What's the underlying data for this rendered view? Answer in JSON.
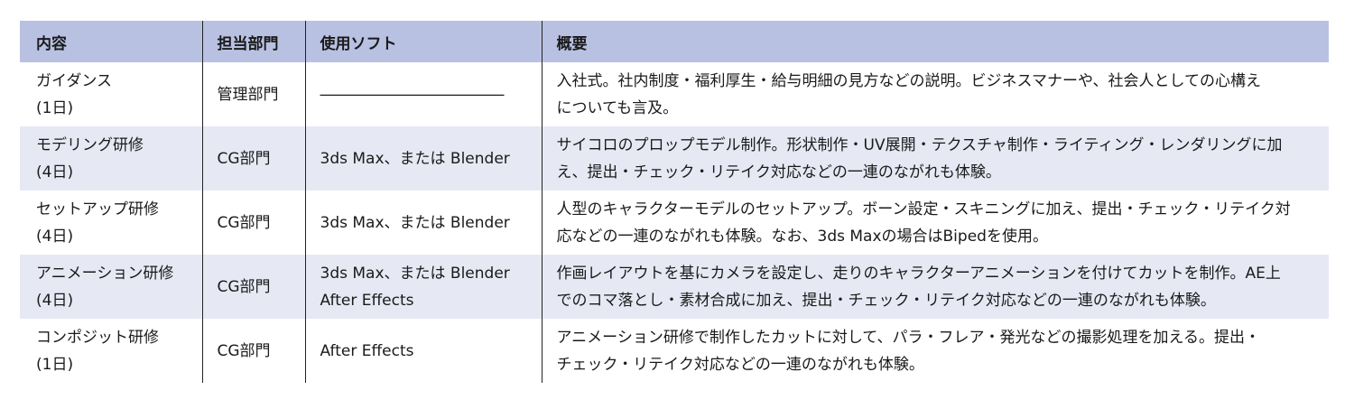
{
  "headers": [
    "内容",
    "担当部門",
    "使用ソフト",
    "概要"
  ],
  "rows": [
    {
      "content": [
        "ガイダンス",
        "(1日)"
      ],
      "dept": "管理部門",
      "software": [
        "――――――――――――"
      ],
      "summary": [
        "入社式。社内制度・福利厚生・給与明細の見方などの説明。ビジネスマナーや、社会人としての心構え",
        "についても言及。"
      ]
    },
    {
      "content": [
        "モデリング研修",
        "(4日)"
      ],
      "dept": "CG部門",
      "software": [
        "3ds Max、または Blender"
      ],
      "summary": [
        "サイコロのプロップモデル制作。形状制作・UV展開・テクスチャ制作・ライティング・レンダリングに加",
        "え、提出・チェック・リテイク対応などの一連のながれも体験。"
      ]
    },
    {
      "content": [
        "セットアップ研修",
        "(4日)"
      ],
      "dept": "CG部門",
      "software": [
        "3ds Max、または Blender"
      ],
      "summary": [
        "人型のキャラクターモデルのセットアップ。ボーン設定・スキニングに加え、提出・チェック・リテイク対",
        "応などの一連のながれも体験。なお、3ds Maxの場合はBipedを使用。"
      ]
    },
    {
      "content": [
        "アニメーション研修",
        "(4日)"
      ],
      "dept": "CG部門",
      "software": [
        "3ds Max、または Blender",
        "After Effects"
      ],
      "summary": [
        "作画レイアウトを基にカメラを設定し、走りのキャラクターアニメーションを付けてカットを制作。AE上",
        "でのコマ落とし・素材合成に加え、提出・チェック・リテイク対応などの一連のながれも体験。"
      ]
    },
    {
      "content": [
        "コンポジット研修",
        "(1日)"
      ],
      "dept": "CG部門",
      "software": [
        "After Effects"
      ],
      "summary": [
        "アニメーション研修で制作したカットに対して、パラ・フレア・発光などの撮影処理を加える。提出・",
        "チェック・リテイク対応などの一連のながれも体験。"
      ]
    }
  ],
  "colors": {
    "header_bg": "#b9c1e2",
    "alt_row_bg": "#e6e9f4"
  }
}
